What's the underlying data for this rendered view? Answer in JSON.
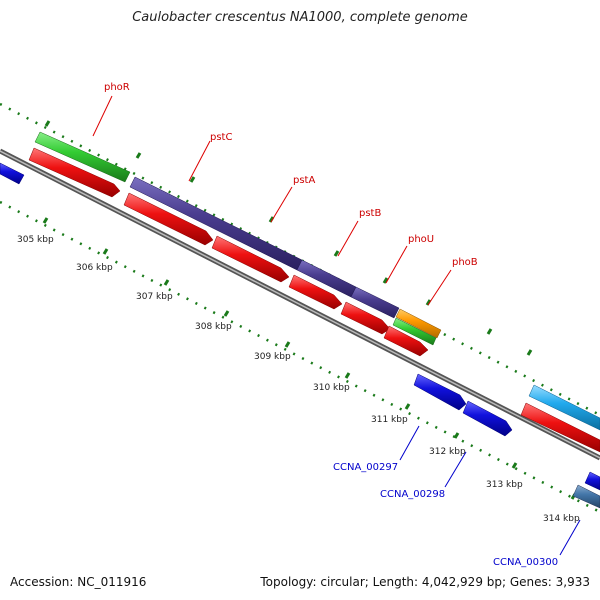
{
  "title": "Caulobacter crescentus NA1000, complete genome",
  "footer": {
    "accession": "Accession: NC_011916",
    "topology": "Topology: circular; Length: 4,042,929 bp; Genes: 3,933"
  },
  "ruler_labels": [
    "305 kbp",
    "306 kbp",
    "307 kbp",
    "308 kbp",
    "309 kbp",
    "310 kbp",
    "311 kbp",
    "312 kbp",
    "313 kbp",
    "314 kbp"
  ],
  "gene_labels": {
    "phoR": "phoR",
    "pstC": "pstC",
    "pstA": "pstA",
    "pstB": "pstB",
    "phoU": "phoU",
    "phoB": "phoB",
    "ccna297": "CCNA_00297",
    "ccna298": "CCNA_00298",
    "ccna300": "CCNA_00300"
  },
  "colors": {
    "backbone": "#888888",
    "cds": "#ee1111",
    "gene_green": "#33cc33",
    "gene_purple": "#4a3d8f",
    "gene_orange": "#ff9900",
    "gene_blue": "#1111dd",
    "gene_cyan": "#22aaee",
    "gene_steel": "#4477aa",
    "tick_green": "#1a7a1a",
    "label_red": "#cc0000",
    "label_blue": "#0000cc"
  }
}
